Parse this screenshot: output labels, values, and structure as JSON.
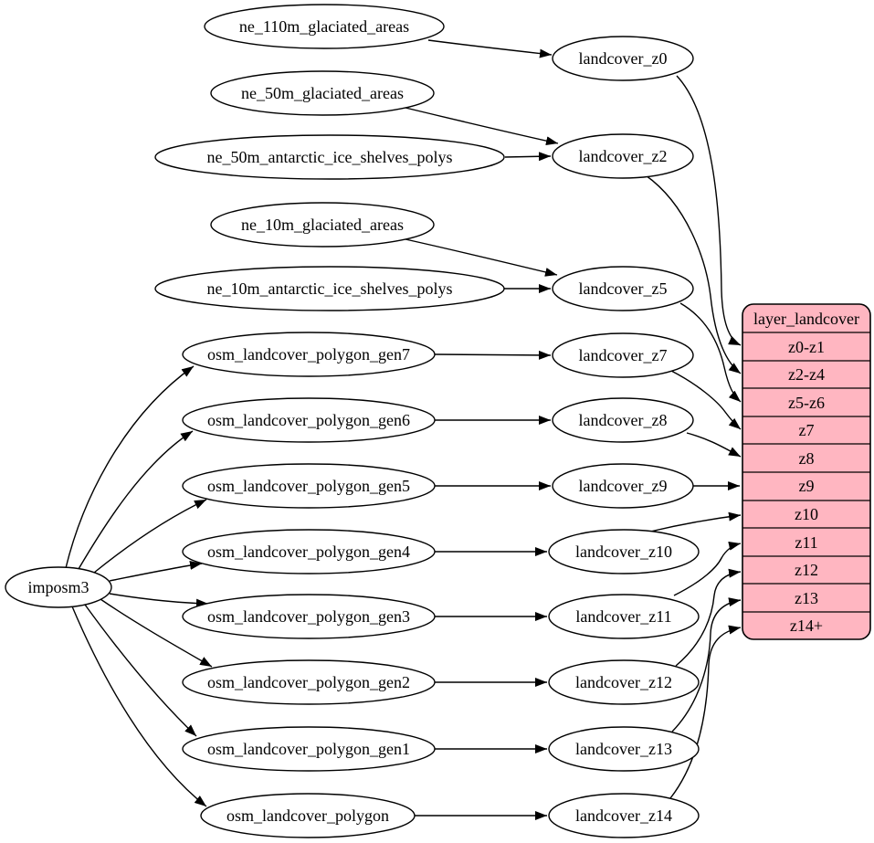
{
  "colors": {
    "background": "#ffffff",
    "node_fill": "#ffffff",
    "stroke": "#000000",
    "table_fill": "#ffb6c1"
  },
  "nodes": {
    "imposm3": "imposm3",
    "ne_110m": "ne_110m_glaciated_areas",
    "ne_50m": "ne_50m_glaciated_areas",
    "ne_50m_ais": "ne_50m_antarctic_ice_shelves_polys",
    "ne_10m": "ne_10m_glaciated_areas",
    "ne_10m_ais": "ne_10m_antarctic_ice_shelves_polys",
    "gen7": "osm_landcover_polygon_gen7",
    "gen6": "osm_landcover_polygon_gen6",
    "gen5": "osm_landcover_polygon_gen5",
    "gen4": "osm_landcover_polygon_gen4",
    "gen3": "osm_landcover_polygon_gen3",
    "gen2": "osm_landcover_polygon_gen2",
    "gen1": "osm_landcover_polygon_gen1",
    "polygon": "osm_landcover_polygon",
    "z0": "landcover_z0",
    "z2": "landcover_z2",
    "z5": "landcover_z5",
    "z7": "landcover_z7",
    "z8": "landcover_z8",
    "z9": "landcover_z9",
    "z10": "landcover_z10",
    "z11": "landcover_z11",
    "z12": "landcover_z12",
    "z13": "landcover_z13",
    "z14": "landcover_z14"
  },
  "table": {
    "title": "layer_landcover",
    "rows": [
      "z0-z1",
      "z2-z4",
      "z5-z6",
      "z7",
      "z8",
      "z9",
      "z10",
      "z11",
      "z12",
      "z13",
      "z14+"
    ]
  },
  "edges": [
    "imposm3 -> osm_landcover_polygon_gen7",
    "imposm3 -> osm_landcover_polygon_gen6",
    "imposm3 -> osm_landcover_polygon_gen5",
    "imposm3 -> osm_landcover_polygon_gen4",
    "imposm3 -> osm_landcover_polygon_gen3",
    "imposm3 -> osm_landcover_polygon_gen2",
    "imposm3 -> osm_landcover_polygon_gen1",
    "imposm3 -> osm_landcover_polygon",
    "ne_110m_glaciated_areas -> landcover_z0",
    "ne_50m_glaciated_areas -> landcover_z2",
    "ne_50m_antarctic_ice_shelves_polys -> landcover_z2",
    "ne_10m_glaciated_areas -> landcover_z5",
    "ne_10m_antarctic_ice_shelves_polys -> landcover_z5",
    "osm_landcover_polygon_gen7 -> landcover_z7",
    "osm_landcover_polygon_gen6 -> landcover_z8",
    "osm_landcover_polygon_gen5 -> landcover_z9",
    "osm_landcover_polygon_gen4 -> landcover_z10",
    "osm_landcover_polygon_gen3 -> landcover_z11",
    "osm_landcover_polygon_gen2 -> landcover_z12",
    "osm_landcover_polygon_gen1 -> landcover_z13",
    "osm_landcover_polygon -> landcover_z14",
    "landcover_z0 -> layer_landcover:z0-z1",
    "landcover_z2 -> layer_landcover:z2-z4",
    "landcover_z5 -> layer_landcover:z5-z6",
    "landcover_z7 -> layer_landcover:z7",
    "landcover_z8 -> layer_landcover:z8",
    "landcover_z9 -> layer_landcover:z9",
    "landcover_z10 -> layer_landcover:z10",
    "landcover_z11 -> layer_landcover:z11",
    "landcover_z12 -> layer_landcover:z12",
    "landcover_z13 -> layer_landcover:z13",
    "landcover_z14 -> layer_landcover:z14+"
  ]
}
